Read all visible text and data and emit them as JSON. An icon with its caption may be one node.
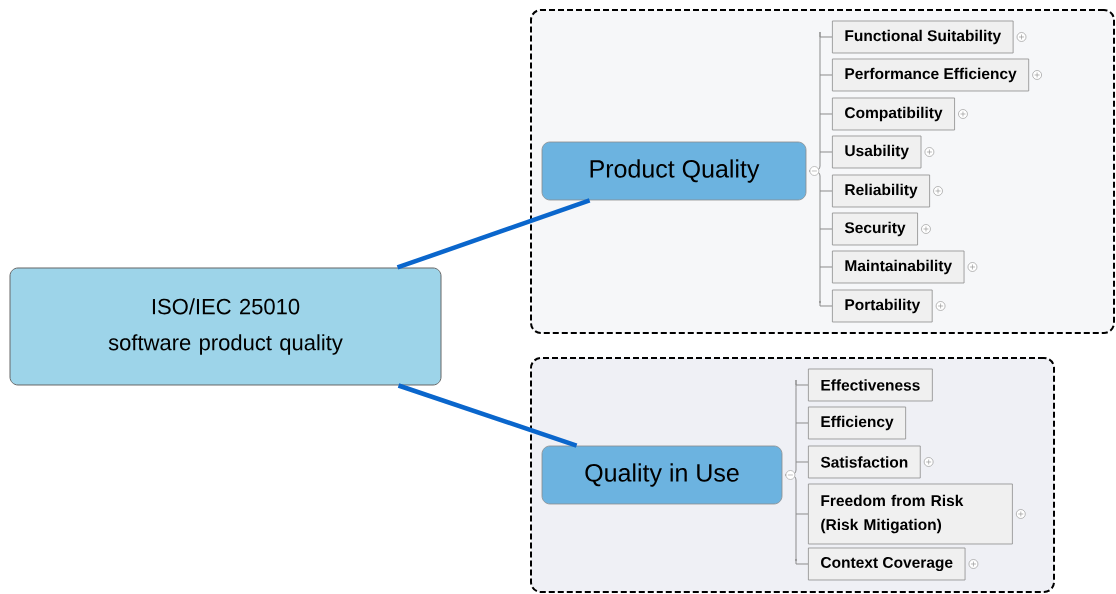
{
  "diagram": {
    "nodes": [
      {
        "text": [
          "ISO/IEC 25010 software product quality"
        ]
      },
      {
        "text": [],
        "shape": "box"
      },
      {
        "text": [
          "Product Quality"
        ],
        "in": 1
      },
      {
        "text": [
          "Functional Suitability"
        ],
        "in": 1
      },
      {
        "text": [
          "Performance Efficiency"
        ],
        "in": 1
      },
      {
        "text": [
          "Compatibility"
        ],
        "in": 1
      },
      {
        "text": [
          "Usability"
        ],
        "in": 1
      },
      {
        "text": [
          "Reliability"
        ],
        "in": 1
      },
      {
        "text": [
          "Security"
        ],
        "in": 1
      },
      {
        "text": [
          "Maintainability"
        ],
        "in": 1
      },
      {
        "text": [
          "Portability"
        ],
        "in": 1
      },
      {
        "text": [],
        "shape": "box"
      },
      {
        "text": [
          "Quality in Use"
        ],
        "in": 11
      },
      {
        "text": [
          "Effectiveness"
        ],
        "in": 11
      },
      {
        "text": [
          "Efficiency"
        ],
        "in": 11
      },
      {
        "text": [
          "Satisfaction"
        ],
        "in": 11
      },
      {
        "text": [
          "Freedom from Risk (Risk Mitigation)"
        ],
        "in": 11
      },
      {
        "text": [
          "Context Coverage"
        ],
        "in": 11
      }
    ],
    "edges": [
      {
        "from": 0,
        "to": 2,
        "arrow": "none",
        "style": "thick",
        "color": "#0a66cc"
      },
      {
        "from": 0,
        "to": 12,
        "arrow": "none",
        "style": "thick",
        "color": "#0a66cc"
      },
      {
        "from": 2,
        "to": 3,
        "arrow": "none"
      },
      {
        "from": 2,
        "to": 4,
        "arrow": "none"
      },
      {
        "from": 2,
        "to": 5,
        "arrow": "none"
      },
      {
        "from": 2,
        "to": 6,
        "arrow": "none"
      },
      {
        "from": 2,
        "to": 7,
        "arrow": "none"
      },
      {
        "from": 2,
        "to": 8,
        "arrow": "none"
      },
      {
        "from": 2,
        "to": 9,
        "arrow": "none"
      },
      {
        "from": 2,
        "to": 10,
        "arrow": "none"
      },
      {
        "from": 12,
        "to": 13,
        "arrow": "none"
      },
      {
        "from": 12,
        "to": 14,
        "arrow": "none"
      },
      {
        "from": 12,
        "to": 15,
        "arrow": "none"
      },
      {
        "from": 12,
        "to": 16,
        "arrow": "none"
      },
      {
        "from": 12,
        "to": 17,
        "arrow": "none"
      }
    ]
  }
}
